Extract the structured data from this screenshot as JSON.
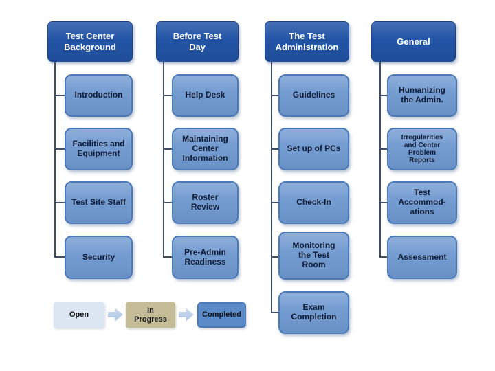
{
  "columns": [
    {
      "header": "Test Center Background",
      "items": [
        "Introduction",
        "Facilities and Equipment",
        "Test Site Staff",
        "Security"
      ]
    },
    {
      "header": "Before Test Day",
      "items": [
        "Help Desk",
        "Maintaining Center Information",
        "Roster Review",
        "Pre-Admin Readiness"
      ]
    },
    {
      "header": "The Test Administration",
      "items": [
        "Guidelines",
        "Set up of PCs",
        "Check-In",
        "Monitoring the Test Room",
        "Exam Completion"
      ]
    },
    {
      "header": "General",
      "items": [
        "Humanizing the Admin.",
        "Irregularities and Center Problem Reports",
        "Test Accommod-ations",
        "Assessment"
      ]
    }
  ],
  "legend": {
    "open": "Open",
    "in_progress": "In Progress",
    "completed": "Completed"
  },
  "colors": {
    "slide_bg": "#ffffff",
    "header_fill": "#2254A6",
    "header_text": "#ffffff",
    "item_fill": "#7099D0",
    "item_border": "#4C79B7",
    "item_text": "#0d1a33",
    "connector": "#3F4E64",
    "legend_open_fill": "#DCE6F2",
    "legend_progress_fill": "#C4BD97",
    "legend_completed_fill": "#5A8AC7",
    "legend_completed_border": "#4C79B7",
    "arrow_fill": "#AEC4E2"
  }
}
